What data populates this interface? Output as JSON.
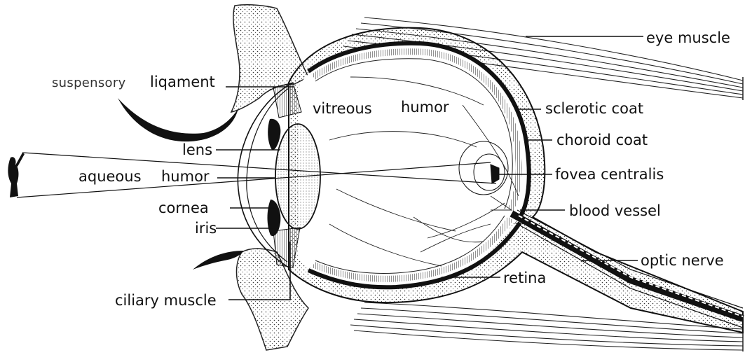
{
  "labels": {
    "eye_muscle": "eye muscle",
    "suspensory_ligament_a": "suspensory",
    "suspensory_ligament_b": "liqament",
    "vitreous_humor_a": "vitreous",
    "vitreous_humor_b": "humor",
    "sclerotic_coat": "sclerotic coat",
    "choroid_coat": "choroid coat",
    "lens": "lens",
    "aqueous_humor_a": "aqueous",
    "aqueous_humor_b": "humor",
    "fovea_centralis": "fovea centralis",
    "cornea": "cornea",
    "blood_vessel": "blood vessel",
    "iris": "iris",
    "optic_nerve": "optic nerve",
    "retina": "retina",
    "ciliary_muscle": "ciliary muscle"
  }
}
